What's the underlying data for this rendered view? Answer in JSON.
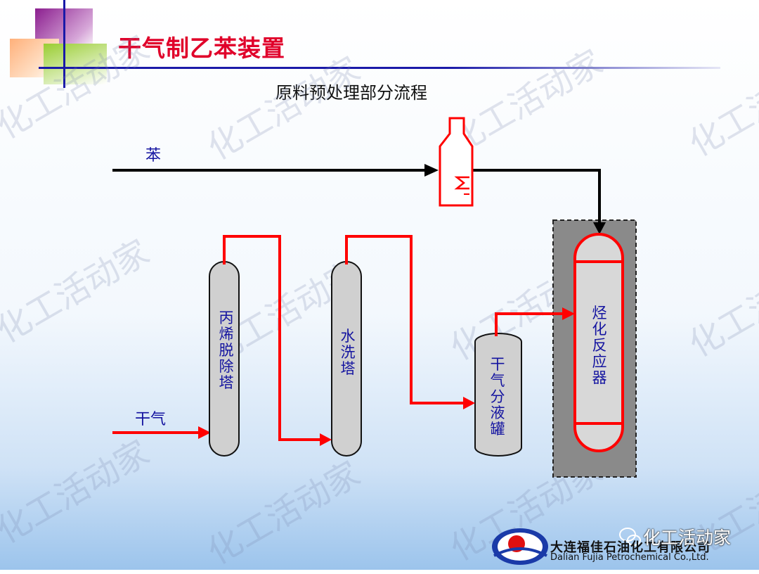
{
  "slide": {
    "title": "干气制乙苯装置",
    "subtitle": "原料预处理部分流程"
  },
  "streams": {
    "benzene": "苯",
    "dry_gas": "干气"
  },
  "equipment": {
    "propylene_removal_tower": "丙烯脱除塔",
    "water_wash_tower": "水洗塔",
    "dry_gas_knockout_drum": "干气分液罐",
    "alkylation_reactor": "烃化反应器"
  },
  "watermark": "化工活动家",
  "footer": {
    "company_cn": "大连福佳石油化工有限公司",
    "company_en": "Dalian Fujia Petrochemical Co.,Ltd.",
    "wechat_label": "化工活动家"
  },
  "colors": {
    "title": "#e0002a",
    "process_red": "#ff0000",
    "benzene_line": "#000000",
    "label_blue": "#1414a0",
    "vessel_fill": "#cfcfcf",
    "reactor_box": "#8a8a8a"
  }
}
